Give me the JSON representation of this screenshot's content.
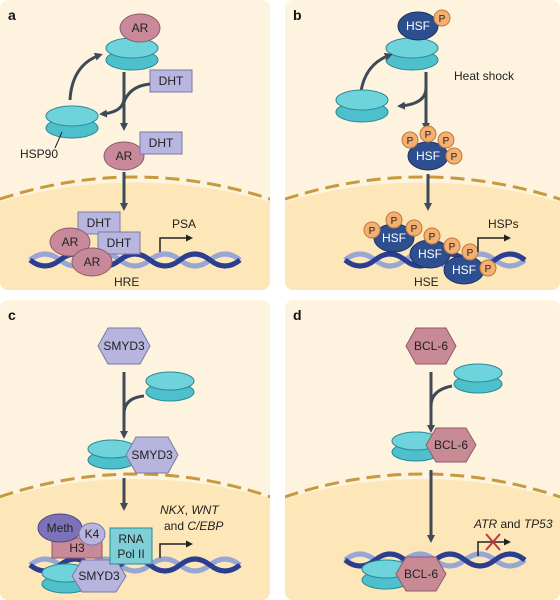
{
  "colors": {
    "panel_bg": "#fdf3df",
    "cell_fill": "#fde7b8",
    "nucleus_dash": "#c99a3c",
    "arrow": "#3e4a57",
    "hsp90_fill": "#4dc0cc",
    "ar_fill": "#c88a9a",
    "dht_fill": "#b8b6e0",
    "hsf_fill": "#2d4f8f",
    "phospho_fill": "#f5b071",
    "smyd3_fill": "#b7b4de",
    "bcl6_fill": "#c88a94",
    "meth_fill": "#7d72b8",
    "h3_fill": "#c88a9a",
    "polii_fill": "#7fcfd8",
    "dna_dark": "#2b3e8f",
    "dna_light": "#98a6d6"
  },
  "panels": {
    "a": {
      "label": "a",
      "ar": "AR",
      "dht": "DHT",
      "hsp90": "HSP90",
      "psa": "PSA",
      "hre": "HRE"
    },
    "b": {
      "label": "b",
      "hsf": "HSF",
      "p": "P",
      "heat_shock": "Heat shock",
      "hsps": "HSPs",
      "hse": "HSE"
    },
    "c": {
      "label": "c",
      "smyd3": "SMYD3",
      "meth": "Meth",
      "k4": "K4",
      "h3": "H3",
      "rna": "RNA",
      "pol2": "Pol II",
      "genes_1": "NKX",
      "genes_sep": ", ",
      "genes_2": "WNT",
      "genes_3": "and ",
      "genes_4": "C/EBP"
    },
    "d": {
      "label": "d",
      "bcl6": "BCL-6",
      "atr": "ATR",
      "and": " and ",
      "tp53": "TP53"
    }
  }
}
